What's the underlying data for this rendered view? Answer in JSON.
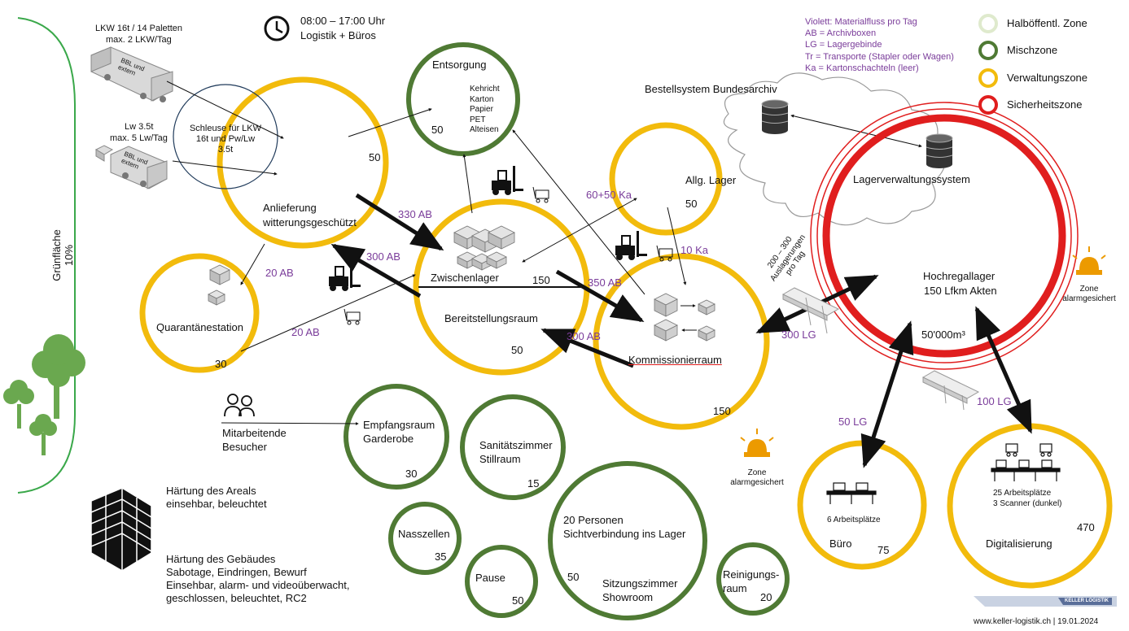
{
  "colors": {
    "green": "#4f7a34",
    "yellow": "#f2bb0c",
    "red": "#e01e1e",
    "light_green": "#dfeacd",
    "purple": "#7a3c9a",
    "border_green": "#3aa84a",
    "tree": "#6aa84f",
    "orange": "#ec9a00"
  },
  "sidebar": {
    "label": "Grünfläche 10%"
  },
  "header": {
    "hours": "08:00 – 17:00 Uhr",
    "subtitle": "Logistik + Büros"
  },
  "trucks": {
    "lkw": {
      "line1": "LKW 16t / 14 Paletten",
      "line2": "max. 2 LKW/Tag",
      "truck_label": "BBL und extern"
    },
    "lw": {
      "line1": "Lw 3.5t",
      "line2": "max. 5 Lw/Tag",
      "truck_label": "BBL und extern"
    }
  },
  "legend": {
    "notes": [
      "Violett: Materialfluss pro Tag",
      "AB = Archivboxen",
      "LG = Lagergebinde",
      "Tr = Transporte (Stapler oder Wagen)",
      "Ka = Kartonschachteln (leer)"
    ],
    "zones": [
      {
        "label": "Halböffentl. Zone",
        "color": "#dfeacd"
      },
      {
        "label": "Mischzone",
        "color": "#4f7a34"
      },
      {
        "label": "Verwaltungszone",
        "color": "#f2bb0c"
      },
      {
        "label": "Sicherheitszone",
        "color": "#e01e1e"
      }
    ]
  },
  "cloud": {
    "title": "Bestellsystem Bundesarchiv"
  },
  "rooms": {
    "schleuse": {
      "label": "Schleuse für LKW 16t und Pw/Lw 3.5t"
    },
    "anlieferung": {
      "label1": "Anlieferung",
      "label2": "witterungsgeschützt",
      "num": "50"
    },
    "entsorgung": {
      "label": "Entsorgung",
      "items": [
        "Kehricht",
        "Karton",
        "Papier",
        "PET",
        "Alteisen"
      ],
      "num": "50"
    },
    "allg_lager": {
      "label": "Allg. Lager",
      "num": "50"
    },
    "zwischenlager": {
      "label": "Zwischenlager",
      "num": "150"
    },
    "bereitstellung": {
      "label": "Bereitstellungsraum",
      "num": "50"
    },
    "quarantaene": {
      "label": "Quarantänestation",
      "num": "30"
    },
    "kommission": {
      "label": "Kommissionierraum",
      "num": "150"
    },
    "hochregal": {
      "label1": "Lagerverwaltungssystem",
      "label2": "Hochregallager",
      "label3": "150 Lfkm Akten",
      "volume": "50'000m³"
    },
    "empfang": {
      "label1": "Empfangsraum",
      "label2": "Garderobe",
      "num": "30"
    },
    "sanitaet": {
      "label1": "Sanitätszimmer",
      "label2": "Stillraum",
      "num": "15"
    },
    "sitzung": {
      "label1": "20 Personen",
      "label2": "Sichtverbindung ins Lager",
      "label3": "Sitzungszimmer",
      "label4": "Showroom",
      "num": "50"
    },
    "nasszellen": {
      "label": "Nasszellen",
      "num": "35"
    },
    "pause": {
      "label": "Pause",
      "num": "50"
    },
    "reinigung": {
      "label1": "Reinigungs-",
      "label2": "raum",
      "num": "20"
    },
    "buero": {
      "sub": "6 Arbeitsplätze",
      "label": "Büro",
      "num": "75"
    },
    "digital": {
      "sub1": "25 Arbeitsplätze",
      "sub2": "3 Scanner (dunkel)",
      "label": "Digitalisierung",
      "num": "470"
    }
  },
  "flows": {
    "f330ab": "330 AB",
    "f300ab_a": "300 AB",
    "f20ab_a": "20 AB",
    "f20ab_b": "20 AB",
    "f60ka": "60+50 Ka",
    "f10ka": "10 Ka",
    "f350ab": "350 AB",
    "f300ab_b": "300 AB",
    "f300lg": "300 LG",
    "f50lg": "50 LG",
    "f100lg": "100 LG"
  },
  "auslagerungen": [
    "200 – 300",
    "Auslagerungen",
    "pro Tag"
  ],
  "alarms": {
    "right": {
      "line1": "Zone",
      "line2": "alarmgesichert"
    },
    "middle": {
      "line1": "Zone",
      "line2": "alarmgesichert"
    }
  },
  "people": {
    "line1": "Mitarbeitende",
    "line2": "Besucher"
  },
  "hardening": {
    "areal": [
      "Härtung des Areals",
      "einsehbar, beleuchtet"
    ],
    "building": [
      "Härtung des Gebäudes",
      "Sabotage, Eindringen, Bewurf",
      "Einsehbar, alarm- und videoüberwacht,",
      "geschlossen, beleuchtet, RC2"
    ]
  },
  "footer": {
    "logo": "KELLER LOGISTIK",
    "text": "www.keller-logistik.ch  |  19.01.2024"
  }
}
